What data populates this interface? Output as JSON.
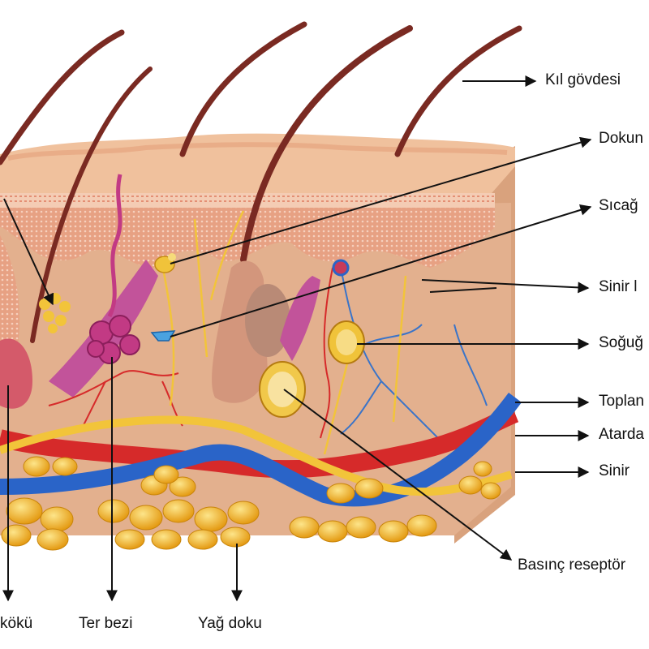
{
  "labels": {
    "hair_shaft": "Kıl gövdesi",
    "touch": "Dokun",
    "heat": "Sıcağ",
    "nerve_ending": "Sinir l",
    "cold": "Soğuğ",
    "vein": "Toplan",
    "artery": "Atarda",
    "nerve": "Sinir",
    "pressure_receptor": "Basınç reseptör",
    "hair_root": "kökü",
    "sweat_gland": "Ter bezi",
    "fat_tissue": "Yağ doku"
  },
  "colors": {
    "epidermis": "#e8a884",
    "dermis": "#e2b08c",
    "hair": "#7a2a22",
    "artery": "#d62a2a",
    "vein": "#2a64c8",
    "nerve": "#f2c43a",
    "fat": "#f2b521",
    "sweat_gland": "#c23a84",
    "arrow": "#111111"
  }
}
